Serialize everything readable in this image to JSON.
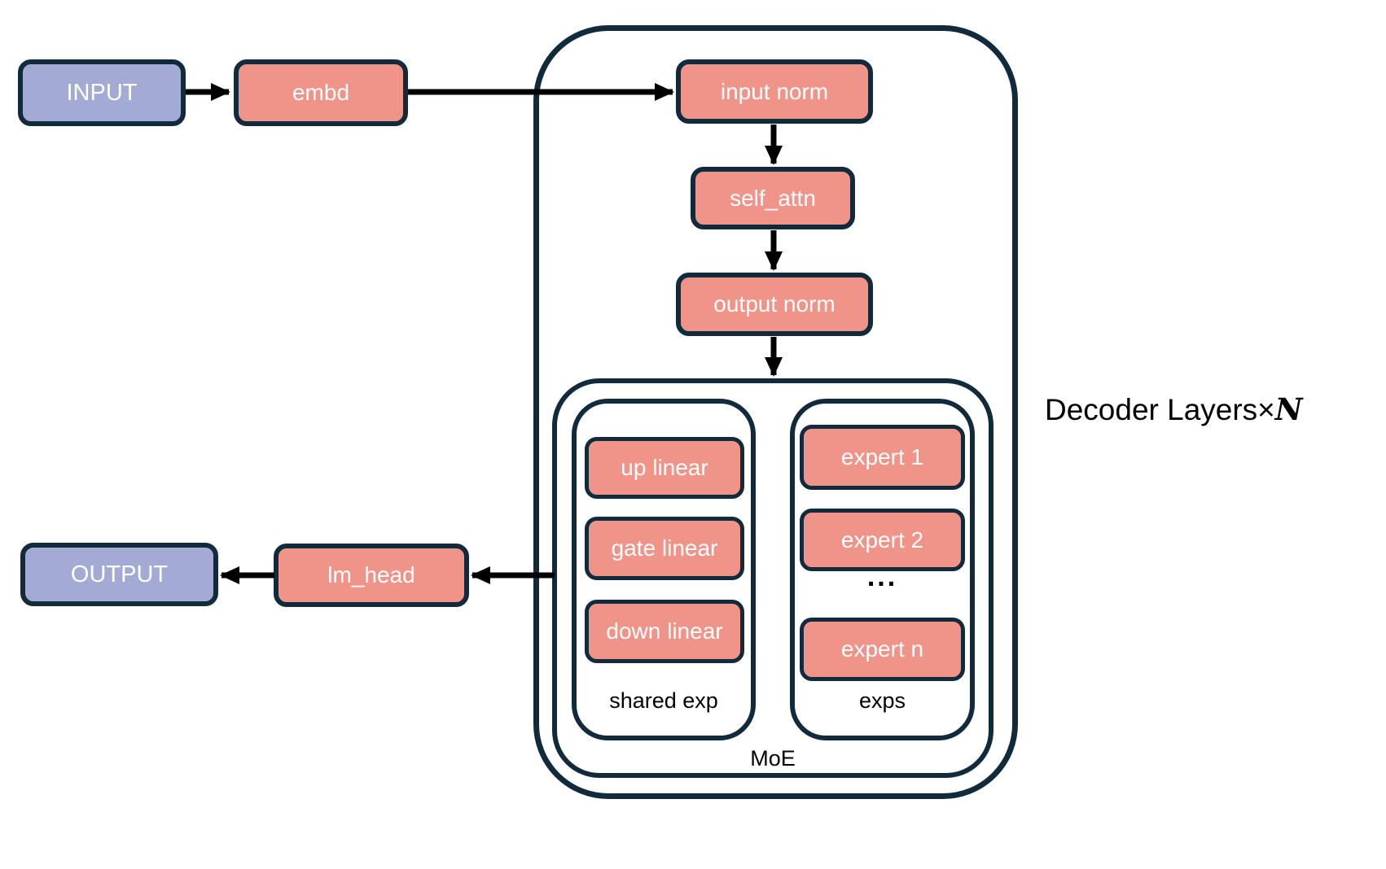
{
  "diagram": {
    "nodes": {
      "input": "INPUT",
      "embd": "embd",
      "input_norm": "input norm",
      "self_attn": "self_attn",
      "output_norm": "output norm",
      "up_linear": "up linear",
      "gate_linear": "gate linear",
      "down_linear": "down linear",
      "expert_1": "expert 1",
      "expert_2": "expert 2",
      "expert_ellipsis": "...",
      "expert_n": "expert n",
      "lm_head": "lm_head",
      "output": "OUTPUT"
    },
    "labels": {
      "shared_exp": "shared exp",
      "exps": "exps",
      "moe": "MoE",
      "decoder_layers_prefix": "Decoder Layers×",
      "decoder_layers_n": "N"
    },
    "colors": {
      "box_salmon": "#f0948a",
      "box_purple": "#a3abd4",
      "border_navy": "#122b3c",
      "arrow_black": "#000000",
      "background": "#ffffff"
    }
  }
}
